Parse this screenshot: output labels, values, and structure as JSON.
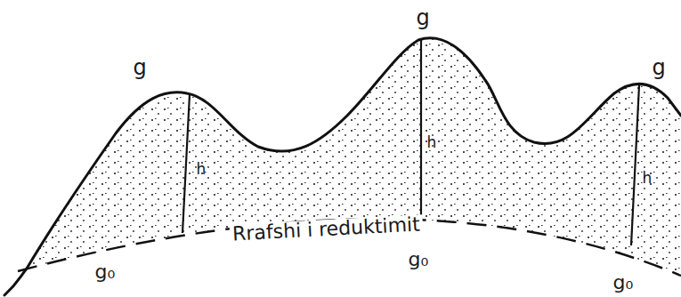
{
  "diagram": {
    "labels": [
      "g",
      "g",
      "g",
      "h",
      "h",
      "h",
      "g₀",
      "g₀",
      "g₀",
      "Rrafshi i reduktimit"
    ]
  }
}
